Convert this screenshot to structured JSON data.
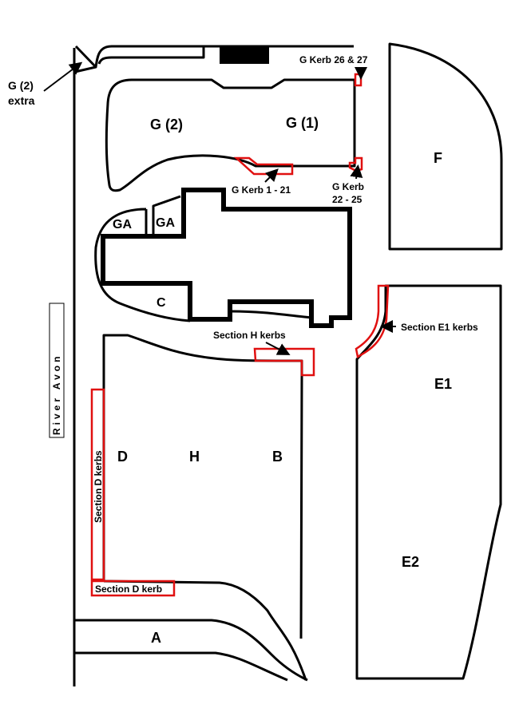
{
  "map": {
    "sections": {
      "g2": "G (2)",
      "g1": "G (1)",
      "f": "F",
      "ga1": "GA",
      "ga2": "GA",
      "c": "C",
      "d": "D",
      "h": "H",
      "b": "B",
      "e1": "E1",
      "e2": "E2",
      "a": "A"
    },
    "annotations": {
      "g2_extra_line1": "G (2)",
      "g2_extra_line2": "extra",
      "g_kerb_26_27": "G Kerb 26 & 27",
      "g_kerb_1_21": "G Kerb 1 - 21",
      "g_kerb_22_25_line1": "G Kerb",
      "g_kerb_22_25_line2": "22 - 25",
      "section_h_kerbs": "Section H kerbs",
      "section_e1_kerbs": "Section E1 kerbs",
      "section_d_kerbs": "Section D kerbs",
      "section_d_kerb": "Section D kerb"
    },
    "river_label": "River Avon",
    "kerb_color": "#e01010"
  }
}
